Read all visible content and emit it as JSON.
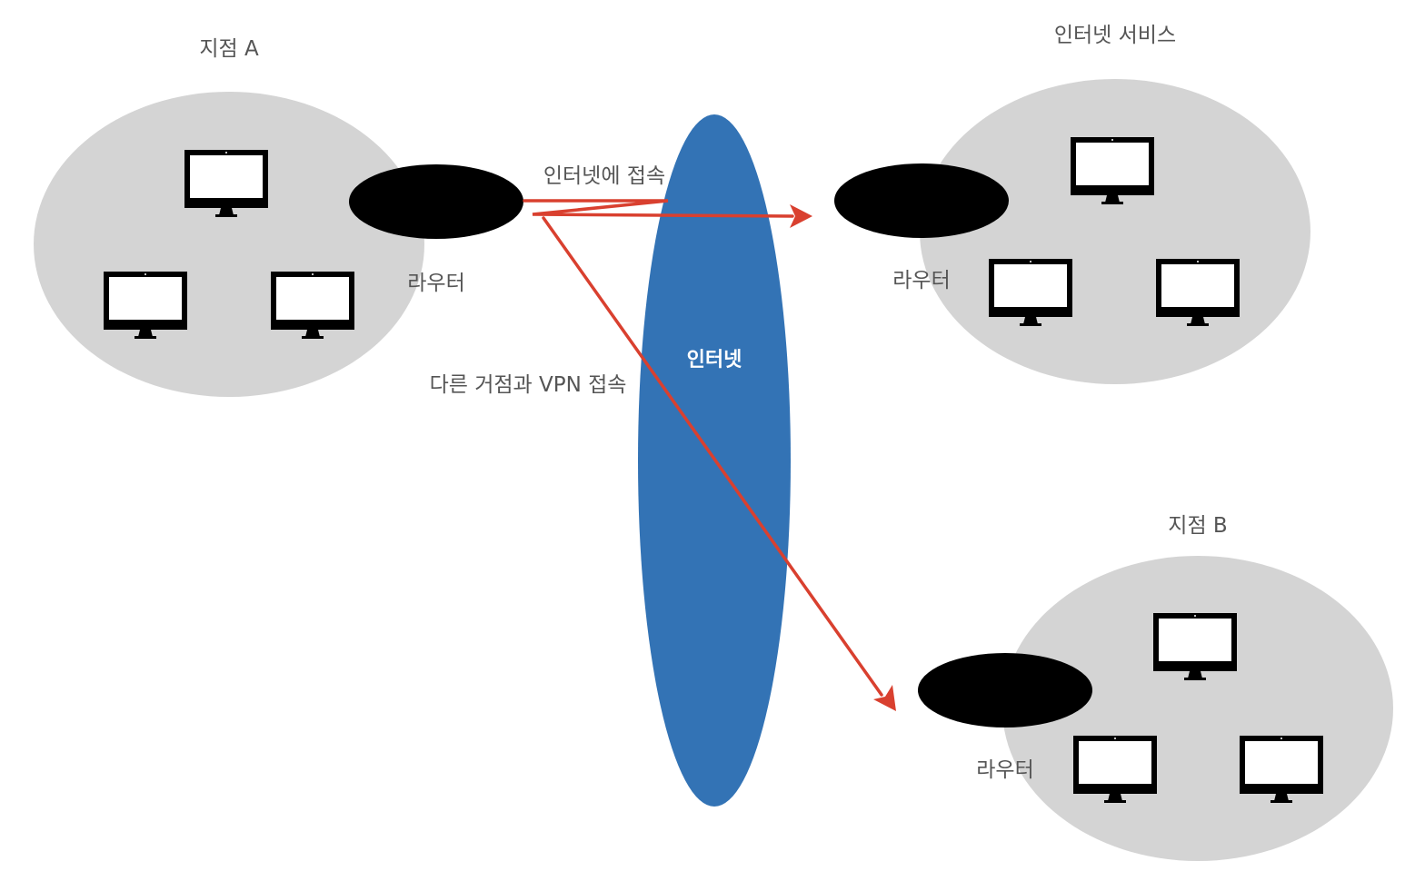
{
  "colors": {
    "site_fill": "#d4d4d4",
    "internet_fill": "#3373b5",
    "router_fill": "#000000",
    "arrow": "#d9402f",
    "label": "#555555"
  },
  "sites": {
    "branch_a": {
      "title": "지점 A",
      "router_label": "라우터",
      "computer_count": 3
    },
    "internet_service": {
      "title": "인터넷 서비스",
      "router_label": "라우터",
      "computer_count": 3
    },
    "branch_b": {
      "title": "지점 B",
      "router_label": "라우터",
      "computer_count": 3
    }
  },
  "internet": {
    "label": "인터넷"
  },
  "connections": {
    "to_internet": {
      "label": "인터넷에 접속",
      "from": "branch_a",
      "to": "internet_service"
    },
    "to_vpn": {
      "label": "다른 거점과 VPN 접속",
      "from": "branch_a",
      "to": "branch_b"
    }
  },
  "icons": {
    "computer": "monitor-icon",
    "router": "router-icon"
  }
}
